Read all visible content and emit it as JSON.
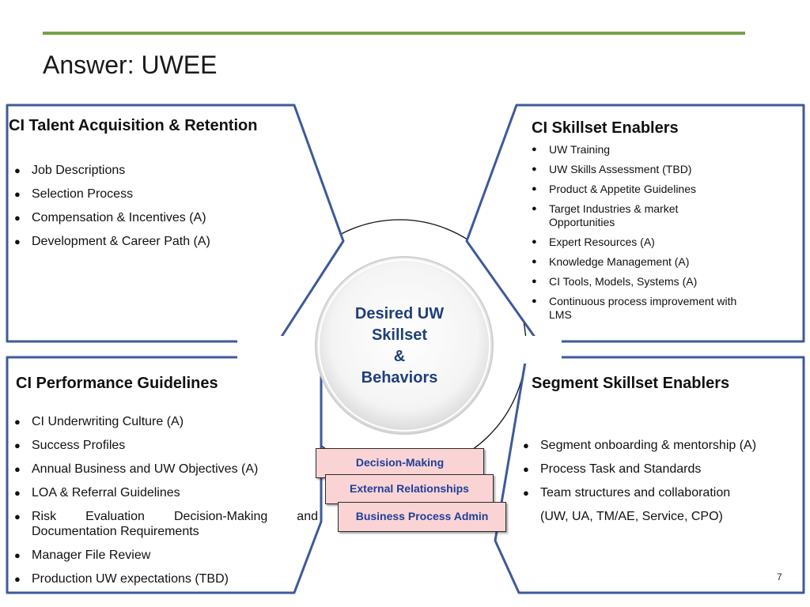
{
  "slide": {
    "title": "Answer: UWEE",
    "page_number": "7"
  },
  "center": {
    "line1": "Desired UW",
    "line2": "Skillset",
    "line3": "&",
    "line4": "Behaviors"
  },
  "quadrants": {
    "top_left": {
      "title": "CI Talent Acquisition & Retention",
      "items": [
        "Job Descriptions",
        "Selection Process",
        "Compensation & Incentives (A)",
        "Development & Career Path (A)"
      ]
    },
    "top_right": {
      "title": "CI Skillset Enablers",
      "items": [
        "UW Training",
        "UW Skills Assessment (TBD)",
        "Product & Appetite Guidelines",
        "Target Industries & market Opportunities",
        "Expert Resources (A)",
        "Knowledge Management (A)",
        "CI Tools, Models, Systems (A)",
        "Continuous process  improvement with LMS"
      ]
    },
    "bottom_left": {
      "title": "CI Performance Guidelines",
      "items": [
        "CI Underwriting Culture (A)",
        "Success Profiles",
        "Annual Business and UW Objectives (A)",
        "LOA & Referral Guidelines",
        "Risk Evaluation Decision-Making and Documentation Requirements",
        "Manager File Review",
        "Production UW expectations (TBD)"
      ]
    },
    "bottom_right": {
      "title": "Segment Skillset Enablers",
      "items": [
        "Segment onboarding & mentorship (A)",
        "Process Task and Standards",
        "Team structures and collaboration",
        "(UW, UA, TM/AE, Service, CPO)"
      ]
    }
  },
  "tags": [
    "Decision-Making",
    "External Relationships",
    "Business Process Admin"
  ],
  "colors": {
    "accent_line": "#76a148",
    "frame_stroke": "#3d5a9a",
    "center_text": "#1f3f7a",
    "tag_fill": "#fad4d4",
    "tag_text": "#1f3f99"
  }
}
